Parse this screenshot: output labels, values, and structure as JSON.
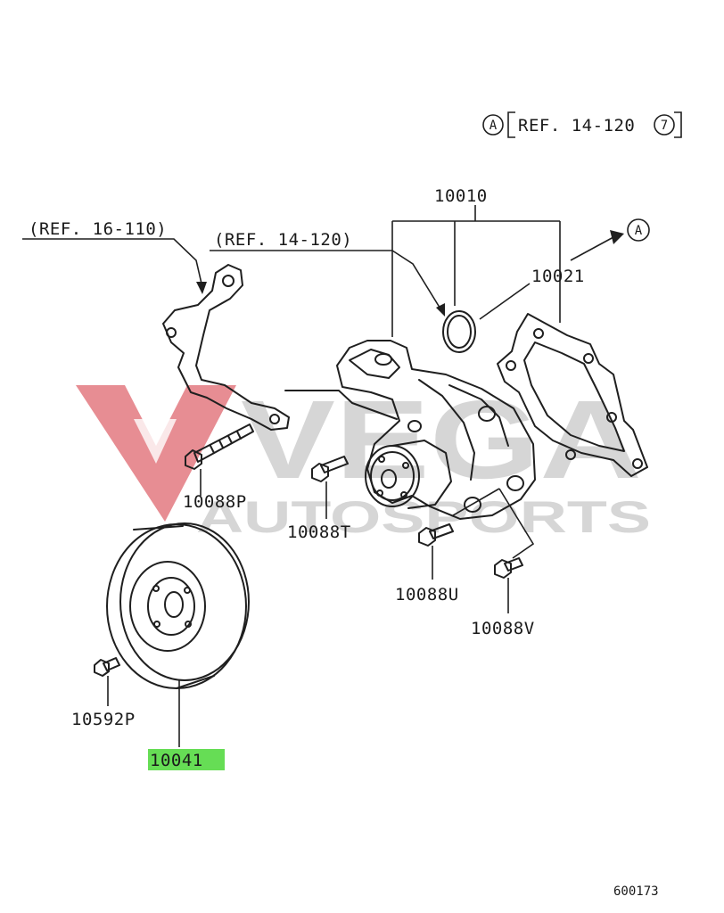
{
  "watermark": {
    "brand": "VEGA",
    "tagline": "AUTOSPORTS",
    "logo_color": "#d4303a",
    "text_color": "#b5b5b5"
  },
  "header_ref": {
    "circle_letter": "A",
    "ref_text": "REF. 14-120",
    "ref_index": "7"
  },
  "callouts": {
    "ref_bracket": "(REF. 16-110)",
    "ref_pump": "(REF. 14-120)",
    "arrow_letter": "A"
  },
  "part_numbers": {
    "water_pump": "10010",
    "gasket": "10021",
    "bolt_p": "10088P",
    "bolt_t": "10088T",
    "bolt_u": "10088U",
    "bolt_v": "10088V",
    "pulley_bolt": "10592P",
    "pulley": "10041"
  },
  "highlight": {
    "part": "10041",
    "color": "#66dd55"
  },
  "diagram_code": "600173"
}
